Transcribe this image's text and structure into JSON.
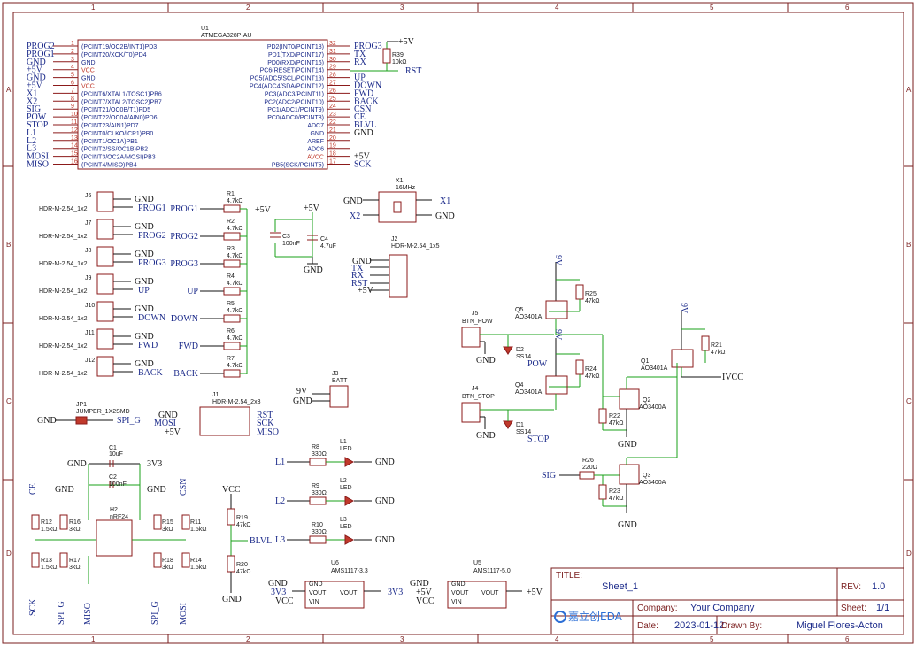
{
  "frame": {
    "columns": [
      "1",
      "2",
      "3",
      "4",
      "5",
      "6"
    ],
    "rows": [
      "A",
      "B",
      "C",
      "D"
    ]
  },
  "title_block": {
    "title_key": "TITLE:",
    "title": "Sheet_1",
    "rev_key": "REV:",
    "rev": "1.0",
    "company_key": "Company:",
    "company": "Your Company",
    "sheet_key": "Sheet:",
    "sheet": "1/1",
    "date_key": "Date:",
    "date": "2023-01-12",
    "drawn_key": "Drawn By:",
    "drawn": "Miguel Flores-Acton",
    "logo_text": "嘉立创EDA"
  },
  "mcu": {
    "ref": "U1",
    "part": "ATMEGA328P-AU",
    "left_nets": [
      "PROG2",
      "PROG1",
      "GND",
      "+5V",
      "GND",
      "+5V",
      "X1",
      "X2",
      "SIG",
      "POW",
      "STOP",
      "L1",
      "L2",
      "L3",
      "MOSI",
      "MISO"
    ],
    "left_pins": [
      "(PCINT19/OC2B/INT1)PD3",
      "(PCINT20/XCK/T0)PD4",
      "GND",
      "VCC",
      "GND",
      "VCC",
      "(PCINT6/XTAL1/TOSC1)PB6",
      "(PCINT7/XTAL2/TOSC2)PB7",
      "(PCINT21/OC0B/T1)PD5",
      "(PCINT22/OC0A/AIN0)PD6",
      "(PCINT23/AIN1)PD7",
      "(PCINT0/CLKO/ICP1)PB0",
      "(PCINT1/OC1A)PB1",
      "(PCINT2/SS/OC1B)PB2",
      "(PCINT3/OC2A/MOSI)PB3",
      "(PCINT4/MISO)PB4"
    ],
    "left_nums": [
      "1",
      "2",
      "3",
      "4",
      "5",
      "6",
      "7",
      "8",
      "9",
      "10",
      "11",
      "12",
      "13",
      "14",
      "15",
      "16"
    ],
    "right_pins": [
      "PD2(INT0/PCINT18)",
      "PD1(TXD/PCINT17)",
      "PD0(RXD/PCINT16)",
      "PC6(RESET/PCINT14)",
      "PC5(ADC5/SCL/PCINT13)",
      "PC4(ADC4/SDA/PCINT12)",
      "PC3(ADC3/PCINT11)",
      "PC2(ADC2/PCINT10)",
      "PC1(ADC1/PCINT9)",
      "PC0(ADC0/PCINT8)",
      "ADC7",
      "GND",
      "AREF",
      "ADC6",
      "AVCC",
      "PB5(SCK/PCINT5)"
    ],
    "right_nums": [
      "32",
      "31",
      "30",
      "29",
      "28",
      "27",
      "26",
      "25",
      "24",
      "23",
      "22",
      "21",
      "20",
      "19",
      "18",
      "17"
    ],
    "right_nets": [
      "PROG3",
      "TX",
      "RX",
      "",
      "UP",
      "DOWN",
      "FWD",
      "BACK",
      "CSN",
      "CE",
      "BLVL",
      "GND",
      "",
      "",
      "+5V",
      "SCK"
    ]
  },
  "reset": {
    "ref": "R39",
    "value": "10kΩ",
    "pwr": "+5V",
    "net": "RST"
  },
  "headers": [
    {
      "ref": "J6",
      "part": "HDR-M-2.54_1x2",
      "net": "PROG1",
      "res": "R1",
      "val": "4.7kΩ",
      "netL": "PROG1"
    },
    {
      "ref": "J7",
      "part": "HDR-M-2.54_1x2",
      "net": "PROG2",
      "res": "R2",
      "val": "4.7kΩ",
      "netL": "PROG2"
    },
    {
      "ref": "J8",
      "part": "HDR-M-2.54_1x2",
      "net": "PROG3",
      "res": "R3",
      "val": "4.7kΩ",
      "netL": "PROG3"
    },
    {
      "ref": "J9",
      "part": "HDR-M-2.54_1x2",
      "net": "UP",
      "res": "R4",
      "val": "4.7kΩ",
      "netL": "UP"
    },
    {
      "ref": "J10",
      "part": "HDR-M-2.54_1x2",
      "net": "DOWN",
      "res": "R5",
      "val": "4.7kΩ",
      "netL": "DOWN"
    },
    {
      "ref": "J11",
      "part": "HDR-M-2.54_1x2",
      "net": "FWD",
      "res": "R6",
      "val": "4.7kΩ",
      "netL": "FWD"
    },
    {
      "ref": "J12",
      "part": "HDR-M-2.54_1x2",
      "net": "BACK",
      "res": "R7",
      "val": "4.7kΩ",
      "netL": "BACK"
    }
  ],
  "labels": {
    "gnd": "GND",
    "p5v": "+5V",
    "p3v3": "3V3",
    "vcc": "VCC",
    "ivcc": "IVCC",
    "p9v": "9V",
    "c3": "C3",
    "c3v": "100nF",
    "c4": "C4",
    "c4v": "4.7uF",
    "x1ref": "X1",
    "x1val": "16MHz",
    "x1net": "X1",
    "x2net": "X2",
    "j2ref": "J2",
    "j2part": "HDR-M-2.54_1x5",
    "tx": "TX",
    "rx": "RX",
    "rst": "RST",
    "j3ref": "J3",
    "j3part": "BATT",
    "j1ref": "J1",
    "j1part": "HDR-M-2.54_2x3",
    "sck": "SCK",
    "miso": "MISO",
    "mosi": "MOSI",
    "jp1ref": "JP1",
    "jp1part": "JUMPER_1X2SMD",
    "spig": "SPI_G",
    "c1": "C1",
    "c1v": "10uF",
    "c2": "C2",
    "c2v": "100nF",
    "h2ref": "H2",
    "h2part": "nRF24",
    "ce": "CE",
    "csn": "CSN",
    "r12": "R12",
    "r12v": "1.5kΩ",
    "r16": "R16",
    "r16v": "3kΩ",
    "r15": "R15",
    "r15v": "3kΩ",
    "r11": "R11",
    "r11v": "1.5kΩ",
    "r13": "R13",
    "r13v": "1.5kΩ",
    "r17": "R17",
    "r17v": "3kΩ",
    "r18": "R18",
    "r18v": "3kΩ",
    "r14": "R14",
    "r14v": "1.5kΩ",
    "r19": "R19",
    "r19v": "47kΩ",
    "r20": "R20",
    "r20v": "47kΩ",
    "blvl": "BLVL",
    "leds": [
      {
        "net": "L1",
        "res": "R8",
        "val": "330Ω",
        "ref": "L1",
        "part": "LED"
      },
      {
        "net": "L2",
        "res": "R9",
        "val": "330Ω",
        "ref": "L2",
        "part": "LED"
      },
      {
        "net": "L3",
        "res": "R10",
        "val": "330Ω",
        "ref": "L3",
        "part": "LED"
      }
    ],
    "u6": "U6",
    "u6part": "AMS1117-3.3",
    "u5": "U5",
    "u5part": "AMS1117-5.0",
    "vout": "VOUT",
    "vin": "VIN",
    "j5": "J5",
    "j5part": "BTN_POW",
    "d2": "D2",
    "d2v": "SS14",
    "pow": "POW",
    "j4": "J4",
    "j4part": "BTN_STOP",
    "d1": "D1",
    "d1v": "SS14",
    "stop": "STOP",
    "q5": "Q5",
    "q5v": "AO3401A",
    "r25": "R25",
    "r25v": "47kΩ",
    "q4": "Q4",
    "q4v": "AO3401A",
    "r24": "R24",
    "r24v": "47kΩ",
    "q1": "Q1",
    "q1v": "AO3401A",
    "r21": "R21",
    "r21v": "47kΩ",
    "q2": "Q2",
    "q2v": "AO3400A",
    "r22": "R22",
    "r22v": "47kΩ",
    "q3": "Q3",
    "q3v": "AO3400A",
    "r23": "R23",
    "r23v": "47kΩ",
    "r26": "R26",
    "r26v": "220Ω",
    "sig": "SIG",
    "nine": "9V"
  }
}
